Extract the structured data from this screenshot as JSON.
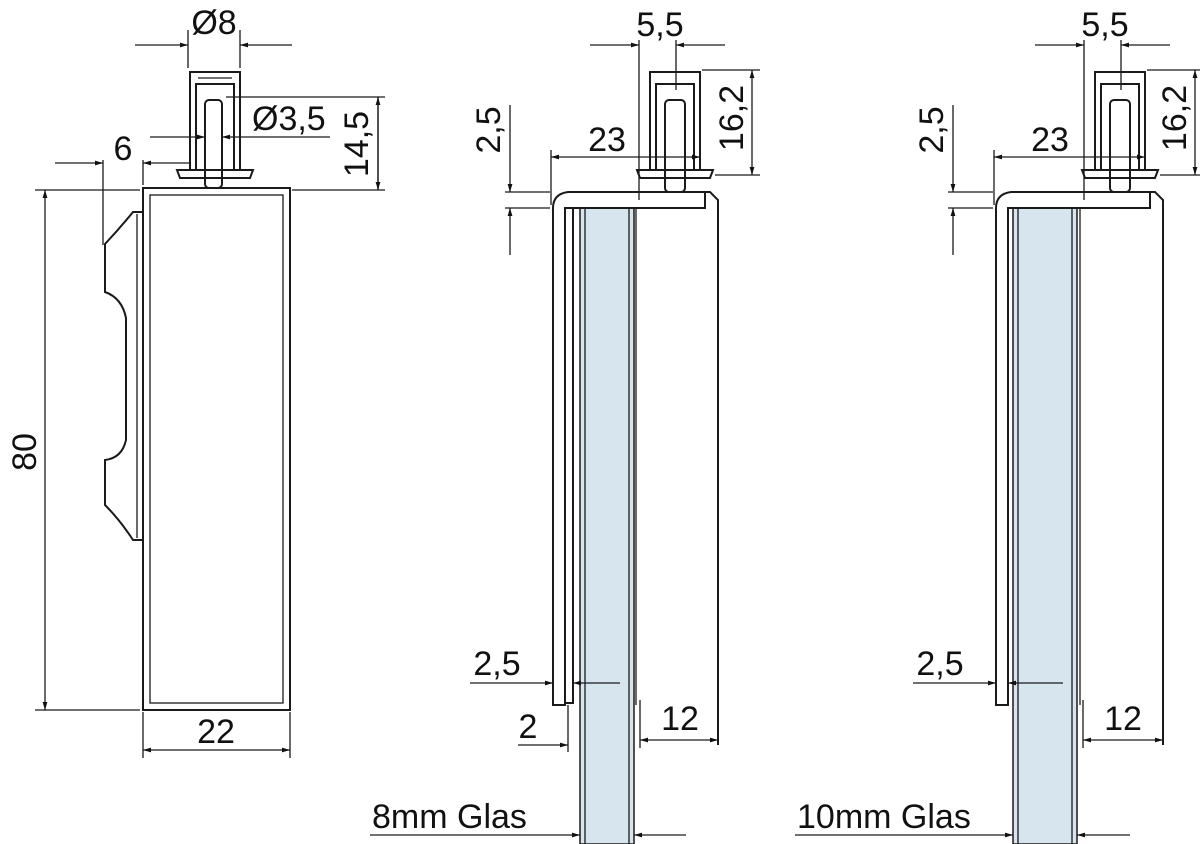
{
  "labels": {
    "left_view": {
      "outer_diameter": "Ø8",
      "pin_diameter": "Ø3,5",
      "pin_height": "14,5",
      "clip_offset": "6",
      "height": "80",
      "width": "22"
    },
    "middle_view": {
      "cap_width": "5,5",
      "cap_height": "16,2",
      "plate_thickness": "2,5",
      "depth": "23",
      "wall_thickness": "2,5",
      "gap": "2",
      "side_width": "12",
      "glass_label": "8mm Glas"
    },
    "right_view": {
      "cap_width": "5,5",
      "cap_height": "16,2",
      "plate_thickness": "2,5",
      "depth": "23",
      "wall_thickness": "2,5",
      "side_width": "12",
      "glass_label": "10mm Glas"
    }
  },
  "colors": {
    "glass": "#d7e5ef",
    "line": "#1a1a1a"
  }
}
